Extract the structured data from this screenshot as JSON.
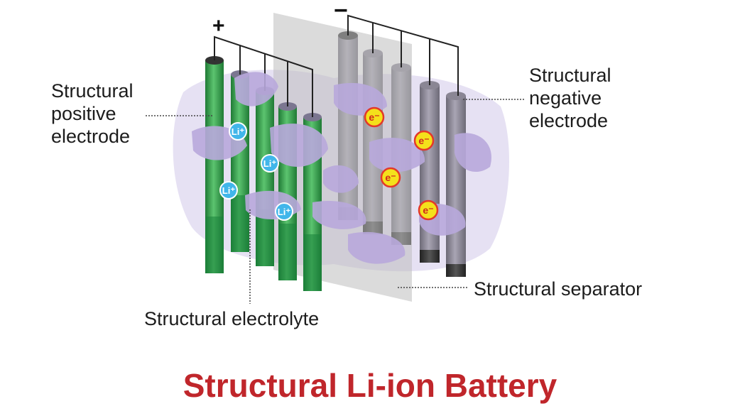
{
  "title": "Structural Li-ion Battery",
  "terminals": {
    "positive": "+",
    "negative": "−"
  },
  "labels": {
    "positive_electrode": [
      "Structural",
      "positive",
      "electrode"
    ],
    "negative_electrode": [
      "Structural",
      "negative",
      "electrode"
    ],
    "separator": "Structural separator",
    "electrolyte": "Structural electrolyte"
  },
  "ions": {
    "lithium": "Li⁺",
    "electron": "e⁻"
  },
  "colors": {
    "title": "#c0262b",
    "positive_rod": "#2f9a47",
    "negative_rod": "#8e8a98",
    "electrolyte": "#b8a8dc",
    "lithium_ion": "#41b6ea",
    "electron": "#f4e11b",
    "separator": "#bdbdbd"
  }
}
